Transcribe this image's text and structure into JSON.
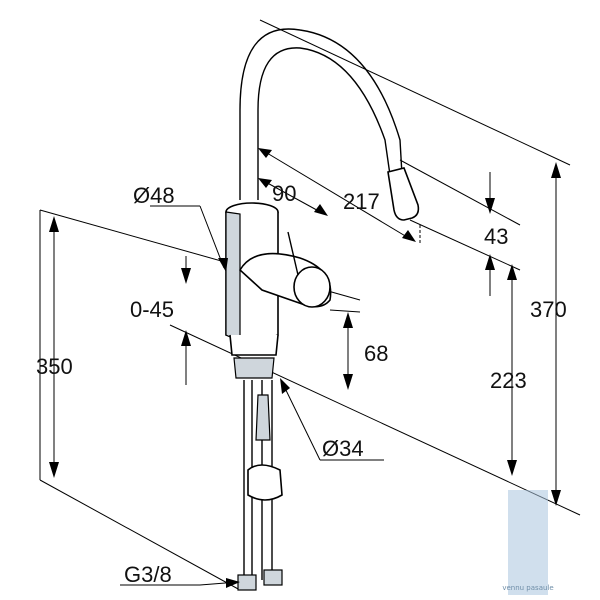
{
  "drawing": {
    "dimensions": {
      "spout_depth": "217",
      "spout_angle": "90",
      "body_diameter": "Ø48",
      "spray_height": "43",
      "swivel_range": "0-45",
      "body_height": "68",
      "overall_height": "370",
      "under_spout_height": "223",
      "total_length": "350",
      "base_diameter": "Ø34",
      "connection_thread": "G3/8"
    },
    "watermark": "vennu pasaule",
    "colors": {
      "lines": "#000000",
      "shading": "#cfd6dc",
      "watermark": "#a9c4de"
    }
  }
}
